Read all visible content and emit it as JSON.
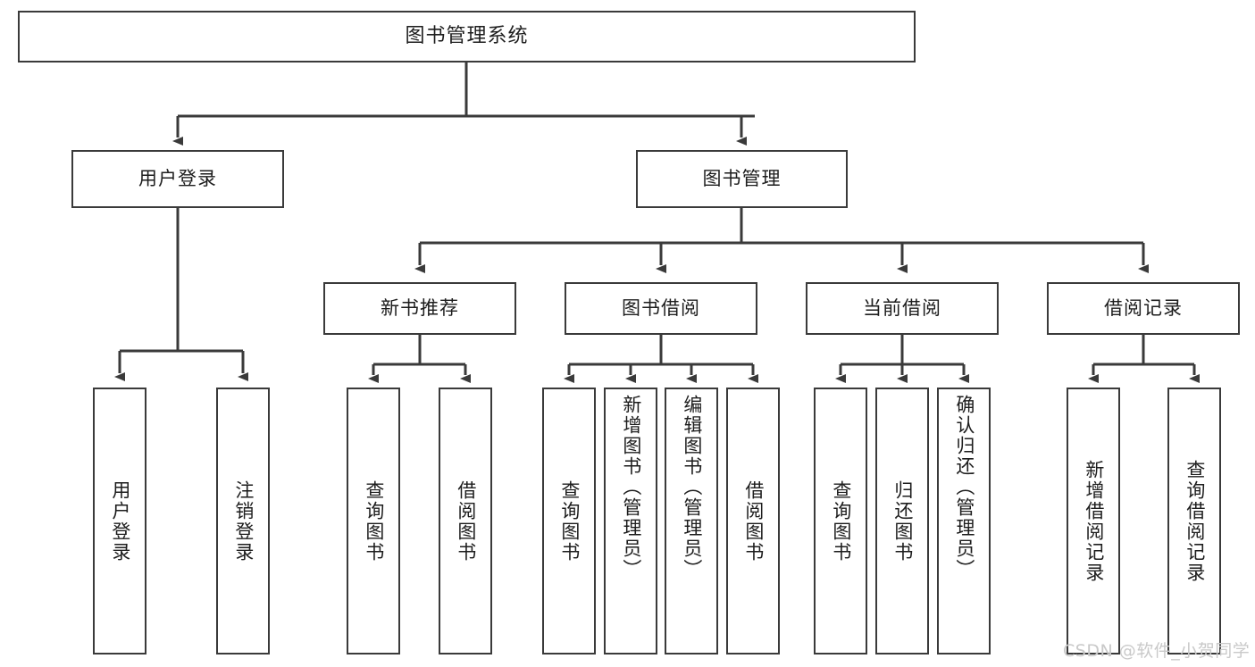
{
  "diagram": {
    "title": "图书管理系统",
    "type": "tree-hierarchy-chart",
    "root": {
      "id": "root",
      "label": "图书管理系统"
    },
    "level2": [
      {
        "id": "user-login",
        "label": "用户登录"
      },
      {
        "id": "book-manage",
        "label": "图书管理"
      }
    ],
    "level3": [
      {
        "id": "new-book-rec",
        "label": "新书推荐"
      },
      {
        "id": "book-borrow",
        "label": "图书借阅"
      },
      {
        "id": "current-borrow",
        "label": "当前借阅"
      },
      {
        "id": "borrow-record",
        "label": "借阅记录"
      }
    ],
    "leaves": {
      "user_login": [
        {
          "id": "leaf-user-login",
          "label": "用户登录"
        },
        {
          "id": "leaf-logout",
          "label": "注销登录"
        }
      ],
      "new_book_rec": [
        {
          "id": "leaf-query-book-1",
          "label": "查询图书"
        },
        {
          "id": "leaf-borrow-book-1",
          "label": "借阅图书"
        }
      ],
      "book_borrow": [
        {
          "id": "leaf-query-book-2",
          "label": "查询图书"
        },
        {
          "id": "leaf-add-book",
          "label": "新增图书（管理员）"
        },
        {
          "id": "leaf-edit-book",
          "label": "编辑图书（管理员）"
        },
        {
          "id": "leaf-borrow-book-2",
          "label": "借阅图书"
        }
      ],
      "current_borrow": [
        {
          "id": "leaf-query-book-3",
          "label": "查询图书"
        },
        {
          "id": "leaf-return-book",
          "label": "归还图书"
        },
        {
          "id": "leaf-confirm-return",
          "label": "确认归还（管理员）"
        }
      ],
      "borrow_record": [
        {
          "id": "leaf-add-record",
          "label": "新增借阅记录"
        },
        {
          "id": "leaf-query-record",
          "label": "查询借阅记录"
        }
      ]
    }
  },
  "watermark": {
    "text": "CSDN @软件_小贺同学"
  },
  "colors": {
    "box_border": "#3a3a3a",
    "box_fill": "#ffffff",
    "text": "#1d1d1d",
    "connector": "#3a3a3a",
    "watermark": "#c9c9c9",
    "background": "#ffffff"
  }
}
